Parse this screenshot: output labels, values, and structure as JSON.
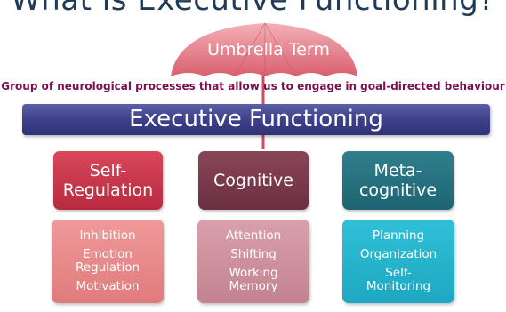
{
  "title": "What is Executive Functioning?",
  "umbrella": {
    "label": "Umbrella Term"
  },
  "description": "Group of neurological processes that allow us to engage in goal-directed behaviour",
  "main_bar": {
    "label": "Executive Functioning"
  },
  "categories": [
    {
      "label_lines": [
        "Self-",
        "Regulation"
      ],
      "items": [
        [
          "Inhibition"
        ],
        [
          "Emotion",
          "Regulation"
        ],
        [
          "Motivation"
        ]
      ]
    },
    {
      "label_lines": [
        "Cognitive"
      ],
      "items": [
        [
          "Attention"
        ],
        [
          "Shifting"
        ],
        [
          "Working",
          "Memory"
        ]
      ]
    },
    {
      "label_lines": [
        "Meta-",
        "cognitive"
      ],
      "items": [
        [
          "Planning"
        ],
        [
          "Organization"
        ],
        [
          "Self-",
          "Monitoring"
        ]
      ]
    }
  ],
  "colors": {
    "umbrella": "#e07a86",
    "bar": "#3e4189",
    "self_regulation": "#c8374d",
    "cognitive": "#7b3b4d",
    "metacognitive": "#267080"
  }
}
